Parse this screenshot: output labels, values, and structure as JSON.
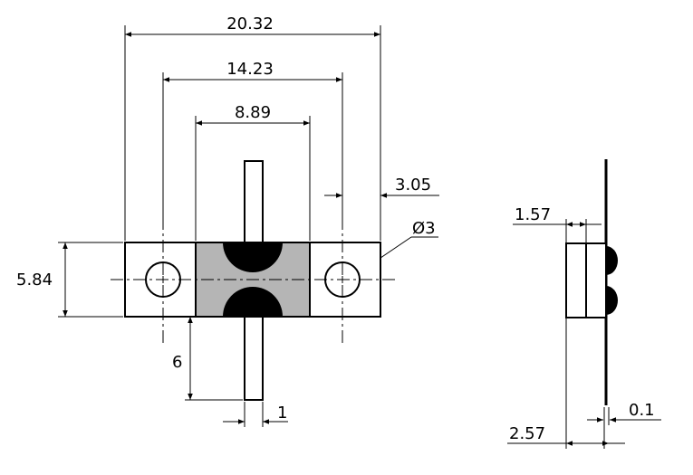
{
  "diagram": {
    "dimensions": {
      "overall_length": "20.32",
      "hole_spacing": "14.23",
      "body_width": "8.89",
      "flange_edge_to_hole": "3.05",
      "hole_diameter": "Ø3",
      "flange_height": "5.84",
      "lead_length": "6",
      "lead_width": "1",
      "side_flange_thickness": "1.57",
      "side_total_thickness": "2.57",
      "lead_thickness": "0.1"
    },
    "colors": {
      "outline": "#000000",
      "ceramic_body": "#b5b5b5",
      "metallization": "#000000",
      "background": "#ffffff"
    }
  }
}
